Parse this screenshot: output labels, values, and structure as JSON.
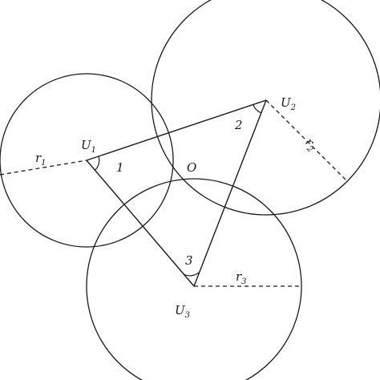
{
  "centers": {
    "u1": {
      "main": "U",
      "sub": "1"
    },
    "u2": {
      "main": "U",
      "sub": "2"
    },
    "u3": {
      "main": "U",
      "sub": "3"
    }
  },
  "radii": {
    "r1": {
      "main": "r",
      "sub": "1"
    },
    "r2": {
      "main": "r",
      "sub": "2"
    },
    "r3": {
      "main": "r",
      "sub": "3"
    }
  },
  "angles": {
    "a1": "1",
    "a2": "2",
    "a3": "3"
  },
  "point_o": "O"
}
